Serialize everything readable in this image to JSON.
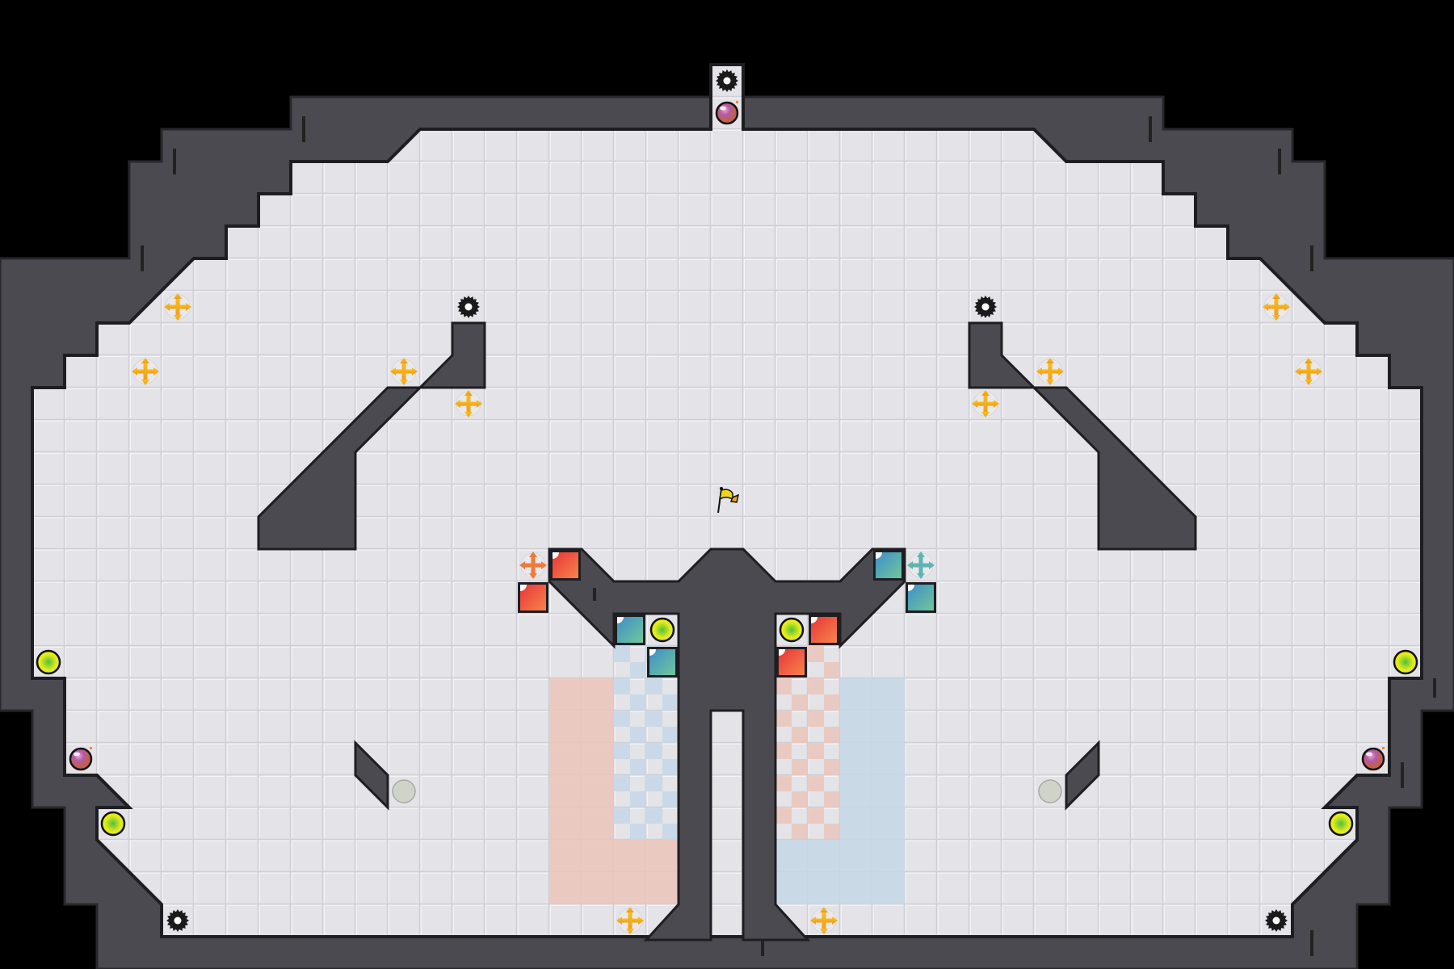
{
  "colors": {
    "background": "#000000",
    "wall": "#4b4a50",
    "wall_edge": "#28272c",
    "floor": "#e4e3e8",
    "floor_line": "#d2d1d7",
    "floor_highlight": "#f1f0f4",
    "red_block": [
      "#e8343a",
      "#f57a45"
    ],
    "teal_block": [
      "#3e8fc7",
      "#6cc39a"
    ],
    "ball": [
      "#52c53a",
      "#e8ec1c"
    ],
    "bomb": [
      "#d97ab0",
      "#7a3f8f"
    ],
    "mover_yellow": "#f5b41c",
    "mover_orange": "#f07a3a",
    "mover_teal": "#5fb3b3",
    "pink_zone": "#e9c5bb",
    "blue_zone": "#c5d7e6",
    "flag": "#f0d21c",
    "gear": "#1a1a1a"
  },
  "entity_types": [
    "gear",
    "bomb",
    "mover",
    "ball",
    "ghost-ball",
    "red-block",
    "teal-block",
    "goal-flag"
  ]
}
